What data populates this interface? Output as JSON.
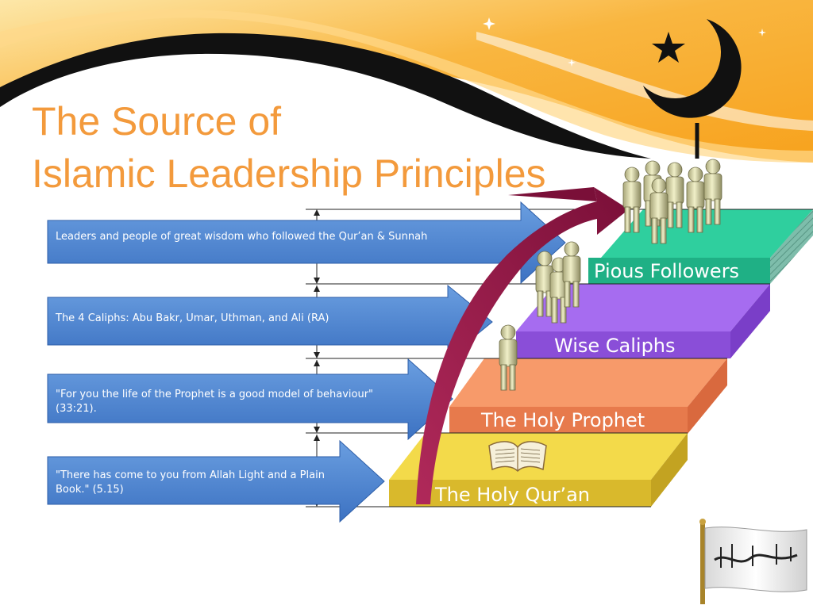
{
  "slide": {
    "title_line1": "The Source of",
    "title_line2": "Islamic Leadership Principles"
  },
  "steps": [
    {
      "label": "The Holy Qur’an",
      "color": "#f3da4a"
    },
    {
      "label": "The Holy Prophet",
      "color": "#f79a6a"
    },
    {
      "label": "Wise Caliphs",
      "color": "#a66cf0"
    },
    {
      "label": "Pious Followers",
      "color": "#2fcf9e"
    }
  ],
  "arrows": [
    {
      "text": "Leaders and people of great wisdom who followed the Qur’an & Sunnah"
    },
    {
      "text": "The 4 Caliphs: Abu Bakr, Umar, Uthman, and Ali (RA)"
    },
    {
      "text": "\"For you the life of the Prophet is a good model of behaviour\" (33:21)."
    },
    {
      "text": "\"There has come to you from Allah Light and a Plain Book.\" (5.15)"
    }
  ],
  "colors": {
    "title": "#f39a3c",
    "arrow_fill": "#4a86d4",
    "growth_arrow": "#8a1640",
    "banner_orange": "#f5a623",
    "banner_black": "#111111"
  },
  "icons": [
    "crescent-star-icon",
    "quran-book-icon",
    "flag-icon",
    "person-figure-icon"
  ]
}
